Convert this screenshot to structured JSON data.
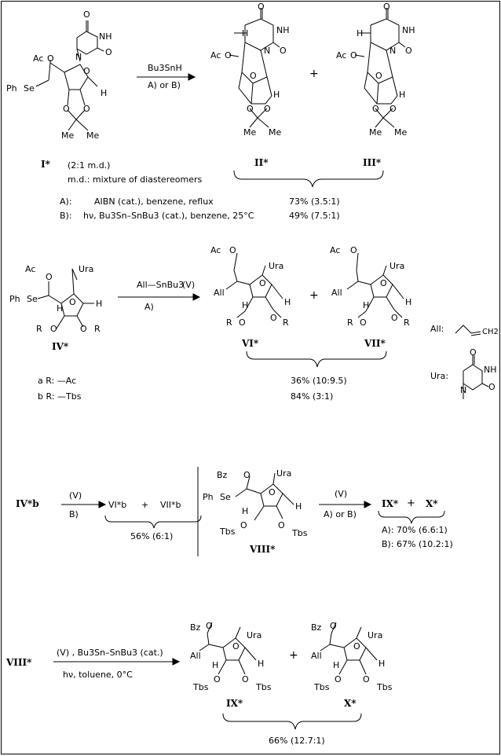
{
  "scheme1": {
    "reagent": "Bu3SnH",
    "conditions": "A)  or B)",
    "label_start": "I*",
    "ratio_note": "(2:1 m.d.)",
    "md_note": "m.d.: mixture of diastereomers",
    "label_p1": "II*",
    "label_p2": "III*",
    "plus": "+",
    "cond_A_label": "A):",
    "cond_A_text": "AIBN (cat.), benzene, reflux",
    "cond_A_yield": "73% (3.5:1)",
    "cond_B_label": "B):",
    "cond_B_text": "hν, Bu3Sn–SnBu3 (cat.), benzene, 25°C",
    "cond_B_yield": "49% (7.5:1)"
  },
  "scheme2": {
    "reagent": "All—SnBu3",
    "reagent_num": "(V)",
    "conditions": "A)",
    "label_start": "IV*",
    "label_p1": "VI*",
    "label_p2": "VII*",
    "plus": "+",
    "variant_a": "a  R:  —Ac",
    "variant_b": "b  R:  —Tbs",
    "yield_a": "36% (10:9.5)",
    "yield_b": "84% (3:1)",
    "legend_all": "All:",
    "legend_ura": "Ura:"
  },
  "scheme3": {
    "start": "IV*b",
    "reagent": "(V)",
    "conditions": "B)",
    "prod1": "VI*b",
    "prod2": "VII*b",
    "plus": "+",
    "yield": "56% (6:1)",
    "label_start2": "VIII*",
    "reagent2": "(V)",
    "conditions2": "A)   or B)",
    "prod3": "IX*",
    "prod4": "X*",
    "yield_A": "A):  70% (6.6:1)",
    "yield_B": "B):  67% (10.2:1)"
  },
  "scheme4": {
    "start": "VIII*",
    "reagent": "(V)   , Bu3Sn–SnBu3 (cat.)",
    "conditions": "hν,  toluene,  0°C",
    "label_p1": "IX*",
    "label_p2": "X*",
    "plus": "+",
    "yield": "66% (12.7:1)"
  },
  "atoms": {
    "ac": "Ac",
    "o": "O",
    "ph": "Ph",
    "se": "Se",
    "h": "H",
    "me": "Me",
    "n": "N",
    "nh": "NH",
    "ura": "Ura",
    "all": "All",
    "r": "R",
    "bz": "Bz",
    "tbs": "Tbs",
    "ch2": "CH2"
  }
}
